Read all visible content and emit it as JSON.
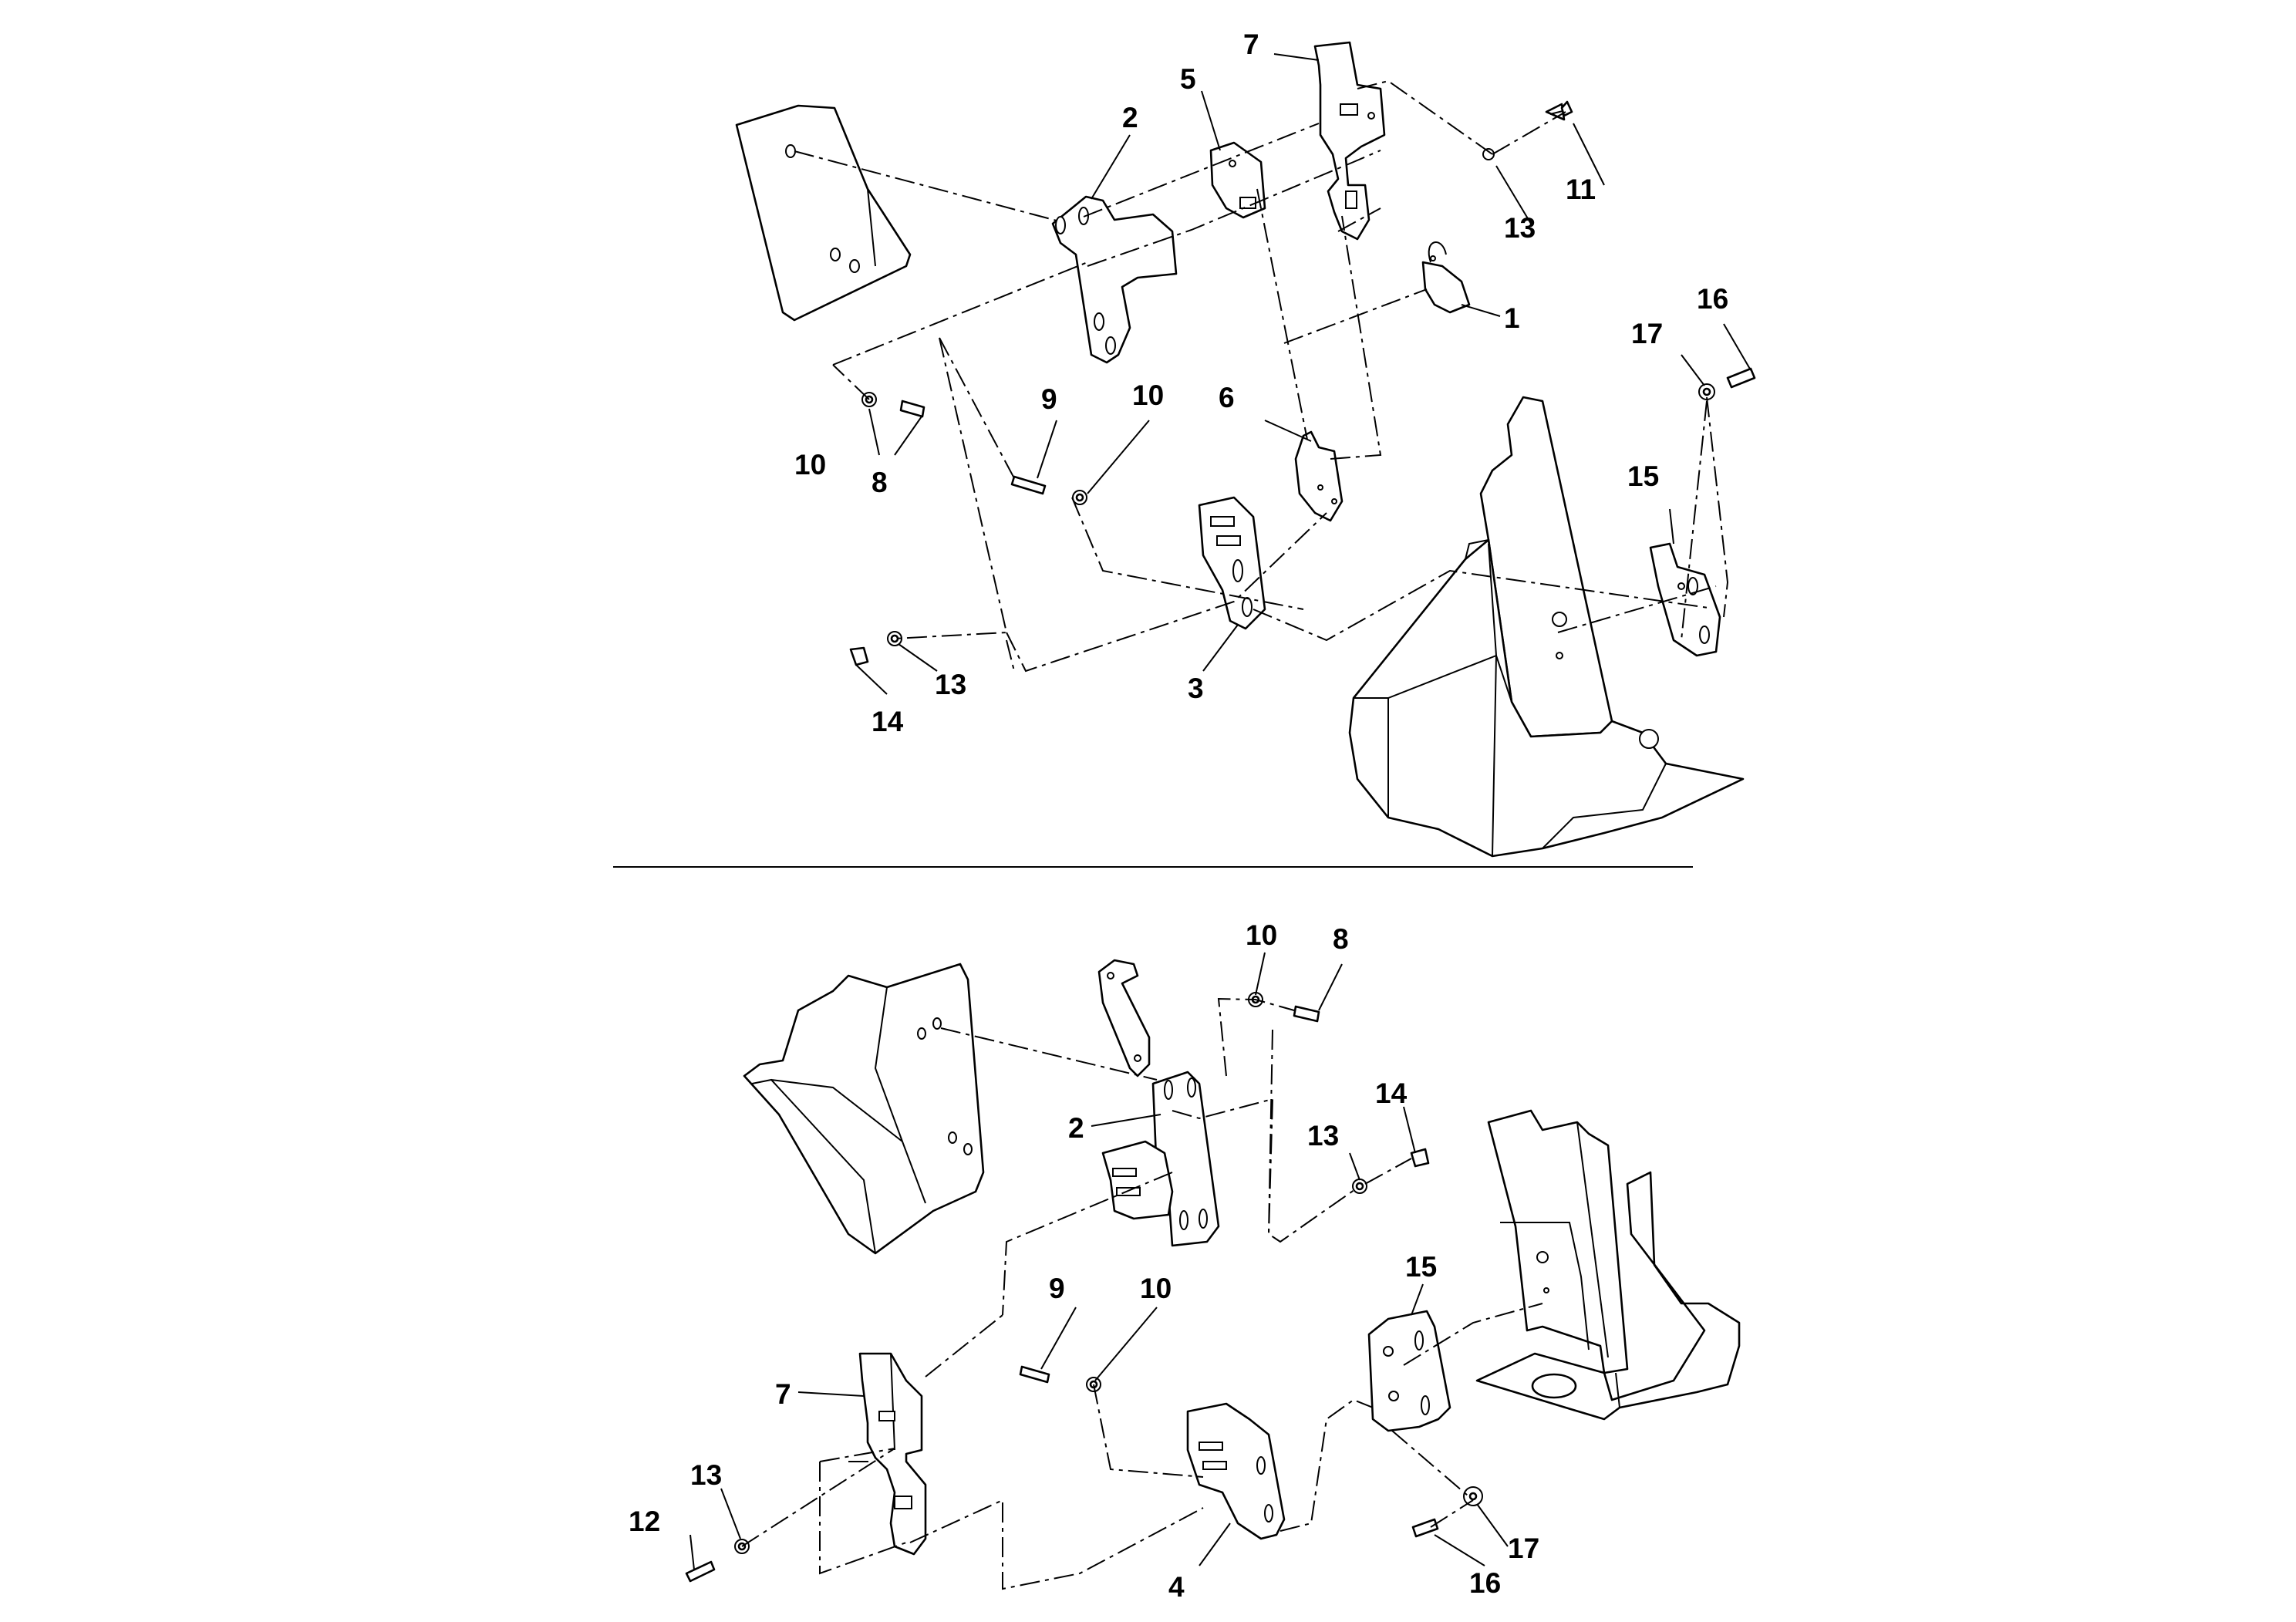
{
  "callouts": {
    "top": {
      "c1": "1",
      "c2": "2",
      "c3": "3",
      "c5": "5",
      "c6": "6",
      "c7": "7",
      "c8": "8",
      "c9": "9",
      "c10a": "10",
      "c10b": "10",
      "c11": "11",
      "c13a": "13",
      "c13b": "13",
      "c14": "14",
      "c15": "15",
      "c16": "16",
      "c17": "17"
    },
    "bottom": {
      "c2": "2",
      "c4": "4",
      "c7": "7",
      "c8": "8",
      "c9": "9",
      "c10a": "10",
      "c10b": "10",
      "c12": "12",
      "c13a": "13",
      "c13b": "13",
      "c14": "14",
      "c15": "15",
      "c16": "16",
      "c17": "17"
    }
  }
}
